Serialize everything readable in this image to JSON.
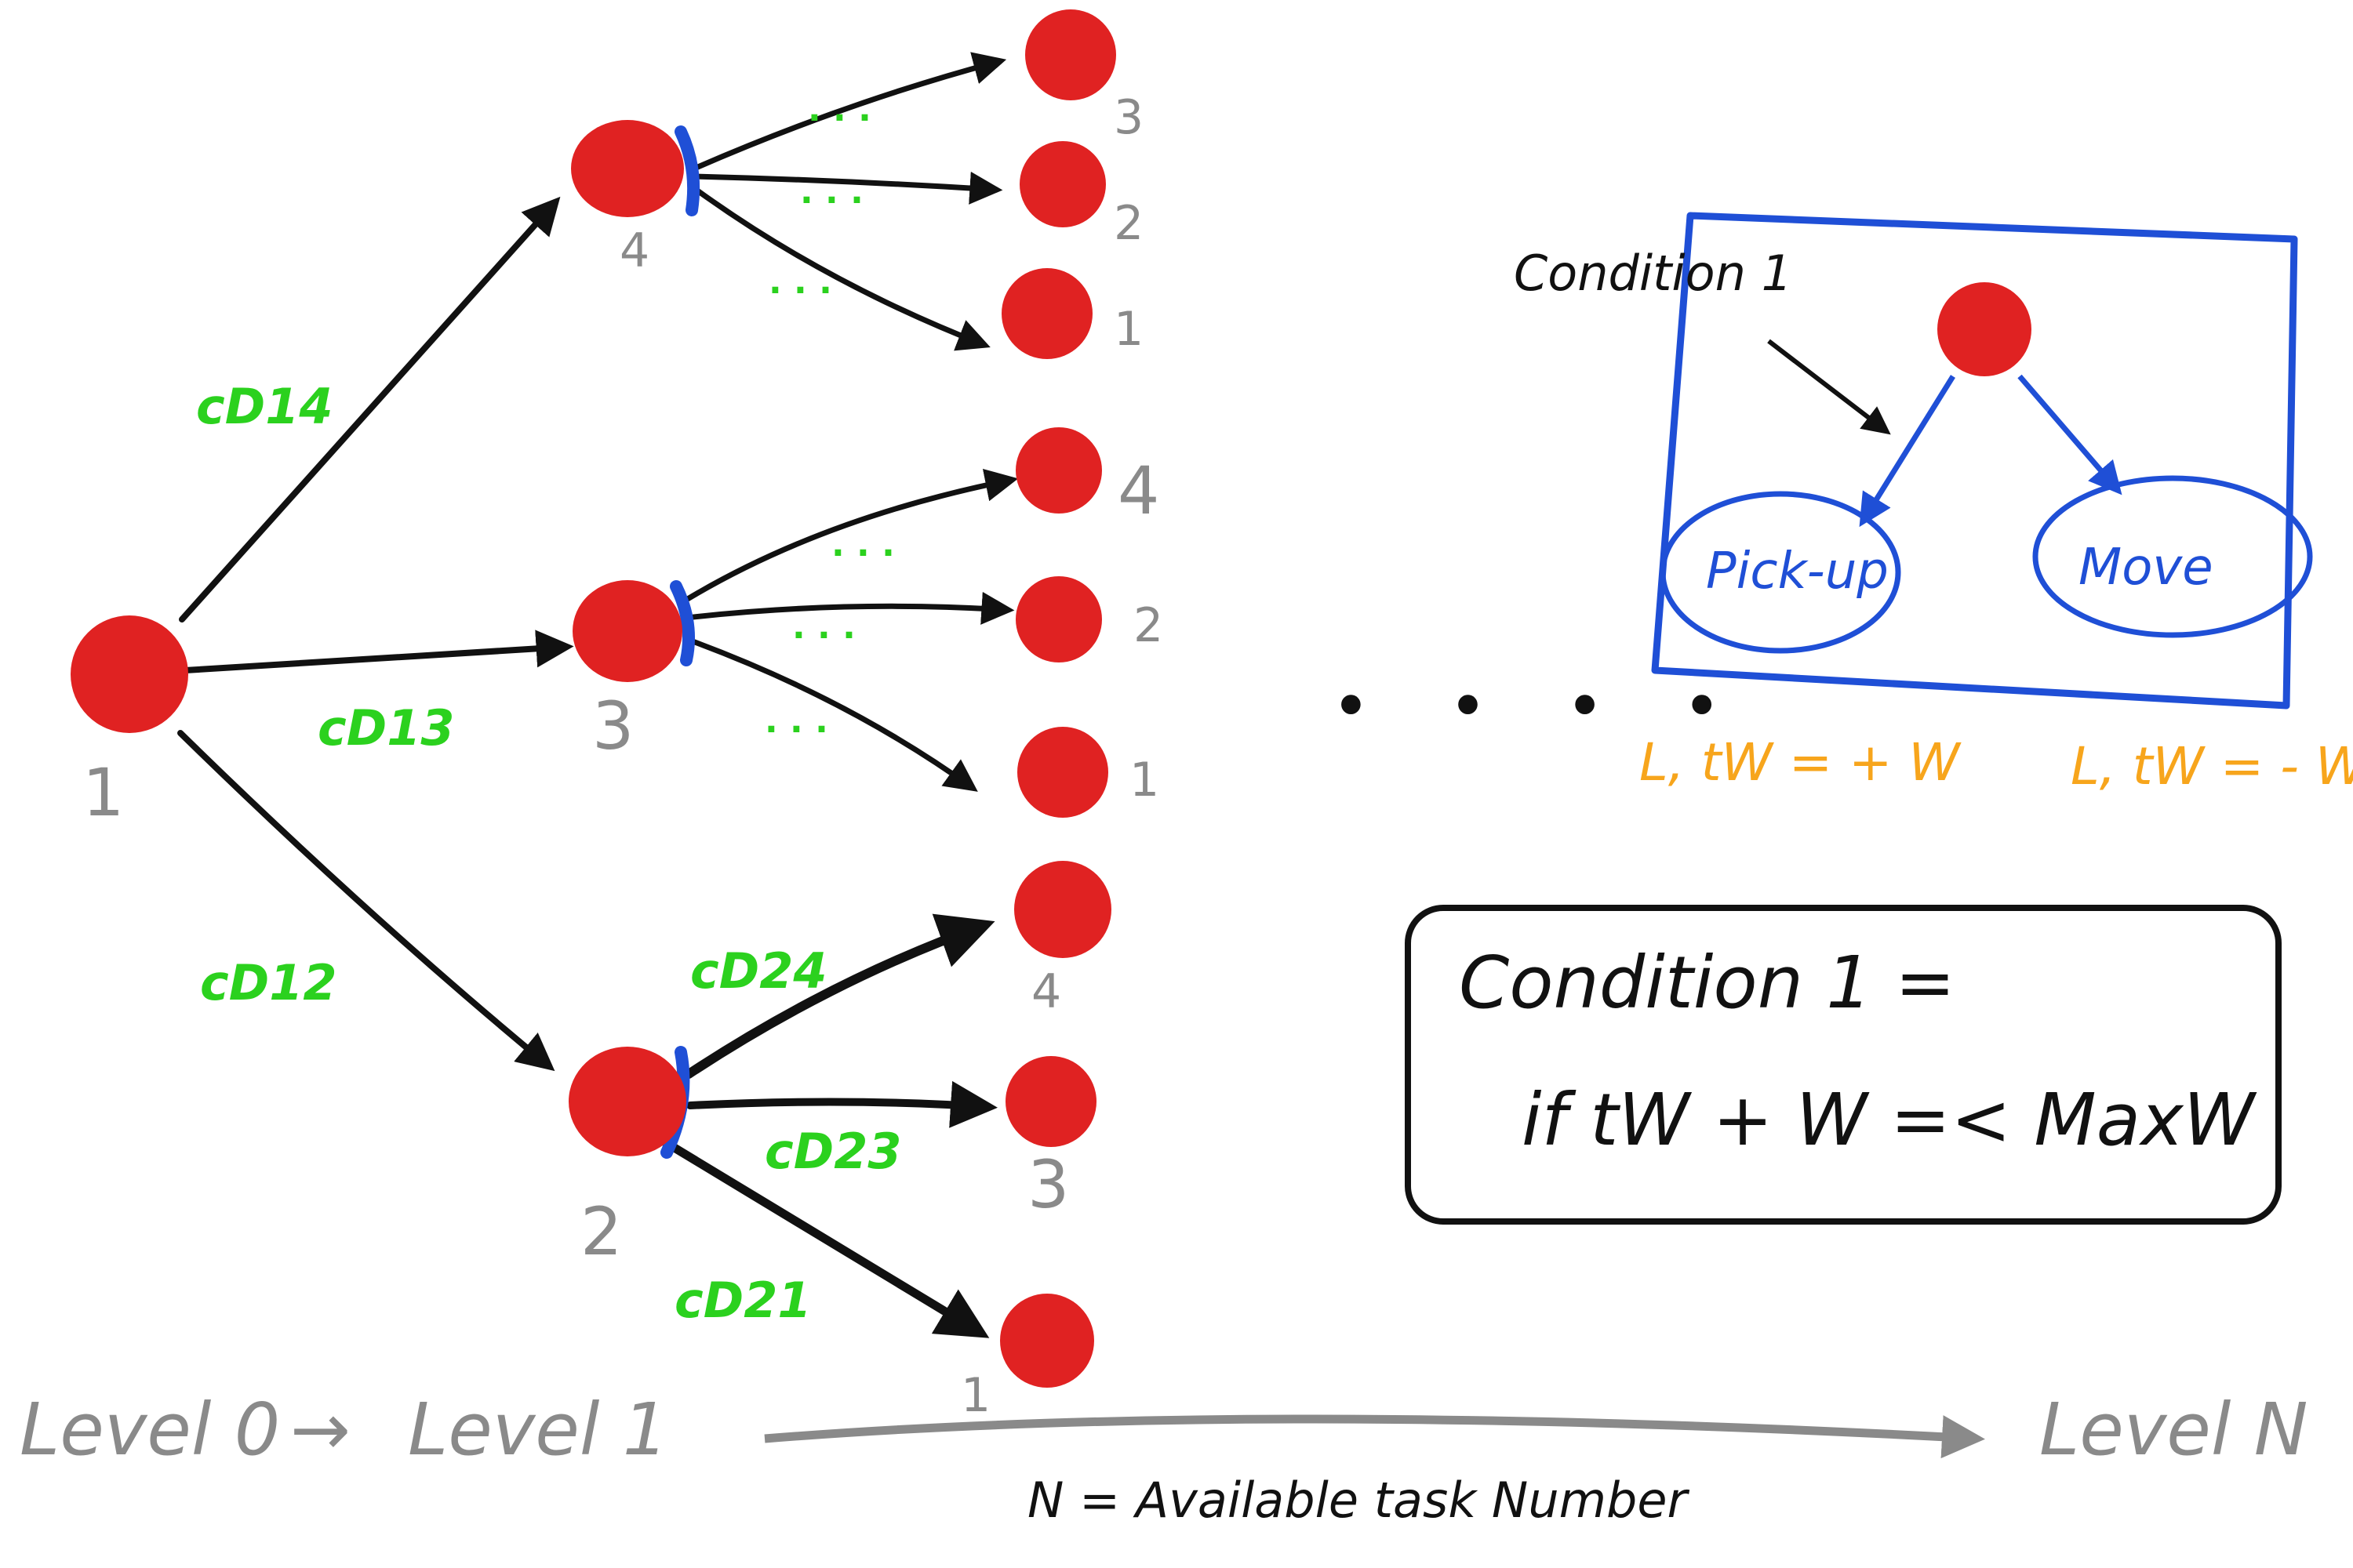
{
  "colors": {
    "node": "#e02222",
    "edge": "#111111",
    "cost": "#2bd11e",
    "id": "#8a8a8a",
    "frame": "#1f4fd6",
    "weight": "#f7a51c"
  },
  "tree": {
    "root_id": "1",
    "level1": [
      {
        "id": "4",
        "cost": "cD14"
      },
      {
        "id": "3",
        "cost": "cD13"
      },
      {
        "id": "2",
        "cost": "cD12"
      }
    ],
    "children_a": [
      "3",
      "2",
      "1"
    ],
    "children_b": [
      "4",
      "2",
      "1"
    ],
    "children_c": [
      "4",
      "3",
      "1"
    ],
    "child_costs_c": [
      "cD24",
      "cD23",
      "cD21"
    ],
    "ellipsis_dots": "· · ·"
  },
  "ellipsis": "• • • •",
  "inset": {
    "condition_label": "Condition 1",
    "action_left": "Pick-up",
    "action_right": "Move",
    "weight_left": "L, tW = + W",
    "weight_right": "L, tW = - W"
  },
  "definition": {
    "line1": "Condition 1 =",
    "line2": "if tW + W =< MaxW"
  },
  "levels": {
    "level0": "Level 0",
    "arrow": "→",
    "level1": "Level 1",
    "levelN": "Level N"
  },
  "footnote": "N = Available task Number"
}
